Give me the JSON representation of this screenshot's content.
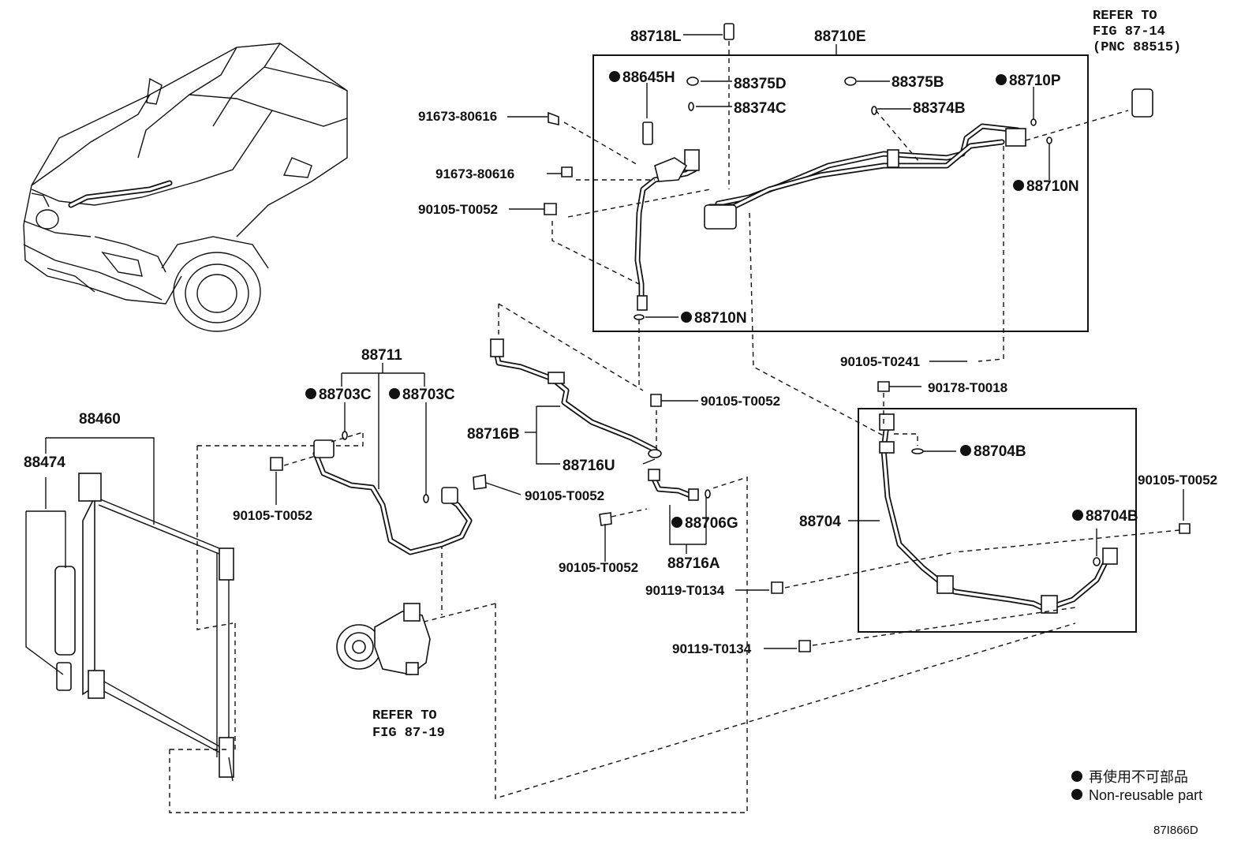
{
  "labels": {
    "p88718L": "88718L",
    "p88710E": "88710E",
    "p88645H": "88645H",
    "p88375D": "88375D",
    "p88375B": "88375B",
    "p88710P": "88710P",
    "p88374C": "88374C",
    "p88374B": "88374B",
    "p91673a": "91673-80616",
    "p91673b": "91673-80616",
    "p90105a": "90105-T0052",
    "p88710N_r": "88710N",
    "p88710N_b": "88710N",
    "p90105_T0241": "90105-T0241",
    "p88711": "88711",
    "p88703C_a": "88703C",
    "p88703C_b": "88703C",
    "p88460": "88460",
    "p88474": "88474",
    "p90105b": "90105-T0052",
    "p90105c": "90105-T0052",
    "p88716B": "88716B",
    "p88716U": "88716U",
    "p90105d": "90105-T0052",
    "p90178": "90178-T0018",
    "p88704B_a": "88704B",
    "p88704": "88704",
    "p88704B_b": "88704B",
    "p90105e": "90105-T0052",
    "p88706G": "88706G",
    "p88716A": "88716A",
    "p90105f": "90105-T0052",
    "p90119a": "90119-T0134",
    "p90119b": "90119-T0134"
  },
  "refs": {
    "top_right_1": "REFER TO",
    "top_right_2": "FIG 87-14",
    "top_right_3": "(PNC 88515)",
    "compressor_1": "REFER TO",
    "compressor_2": "FIG 87-19"
  },
  "legend": {
    "line_jp": "再使用不可部品",
    "line_en": "Non-reusable part"
  },
  "diagram_code": "87I866D"
}
